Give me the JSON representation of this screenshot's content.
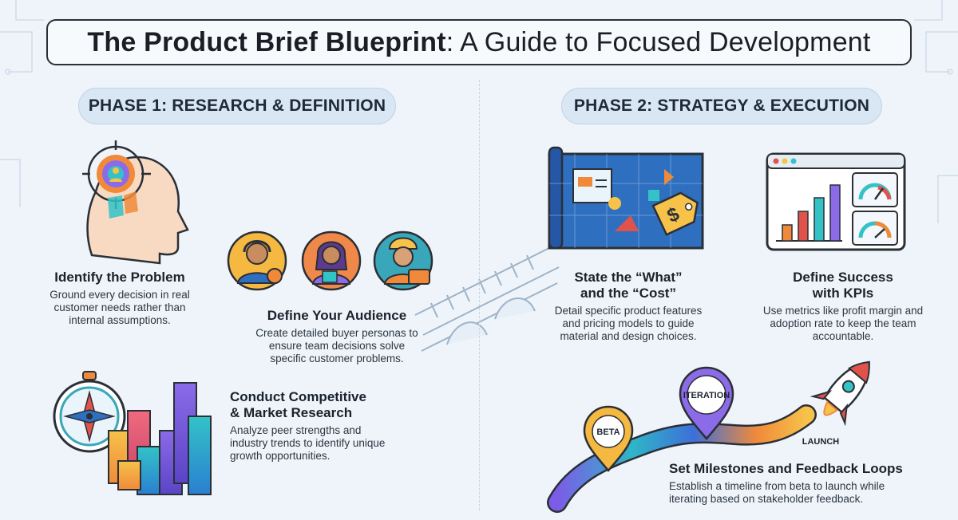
{
  "title": {
    "bold": "The Product Brief Blueprint",
    "rest": ": A Guide to Focused Development"
  },
  "phase1": {
    "label": "PHASE 1: RESEARCH & DEFINITION",
    "identify": {
      "heading": "Identify the Problem",
      "body": "Ground every decision in real customer needs rather than internal assumptions."
    },
    "audience": {
      "heading": "Define Your Audience",
      "body": "Create detailed buyer personas to ensure team decisions solve specific customer problems."
    },
    "research": {
      "heading1": "Conduct Competitive",
      "heading2": "& Market Research",
      "body": "Analyze peer strengths and industry trends to identify unique growth opportunities."
    }
  },
  "phase2": {
    "label": "PHASE 2: STRATEGY & EXECUTION",
    "state": {
      "heading1": "State the “What”",
      "heading2": "and the “Cost”",
      "body": "Detail specific product features and pricing models to guide material and design choices."
    },
    "kpi": {
      "heading1": "Define Success",
      "heading2": "with KPIs",
      "body": "Use metrics like profit margin and adoption rate to keep the team accountable."
    },
    "milestones": {
      "heading": "Set Milestones and Feedback Loops",
      "body": "Establish a timeline from beta to launch while iterating based on stakeholder feedback.",
      "beta": "BETA",
      "iteration": "ITERATION",
      "launch": "LAUNCH"
    }
  },
  "icons": [
    "head-target-icon",
    "persona-icon",
    "compass-icon",
    "bar-chart-icon",
    "bridge-icon",
    "blueprint-icon",
    "price-tag-icon",
    "dashboard-icon",
    "gauge-icon",
    "map-pin-icon",
    "rocket-icon"
  ],
  "colors": {
    "background": "#eef4fa",
    "pill": "#d9e6f3",
    "text": "#1f2a36"
  }
}
